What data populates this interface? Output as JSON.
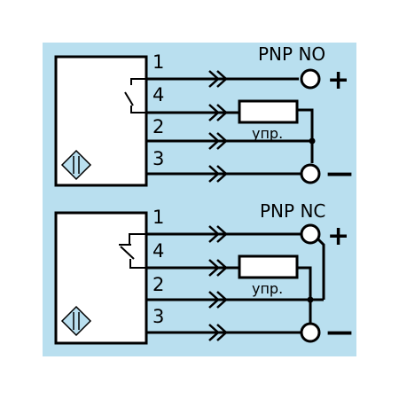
{
  "background_color": "#b9dfef",
  "line_color": "#000000",
  "terminal_fill": "#ffffff",
  "sensors": [
    {
      "type_label": "PNP NO",
      "pins": [
        "1",
        "4",
        "2",
        "3"
      ],
      "load_label": "упр.",
      "plus": "+",
      "minus": "—",
      "switch_state": "open"
    },
    {
      "type_label": "PNP NC",
      "pins": [
        "1",
        "4",
        "2",
        "3"
      ],
      "load_label": "упр.",
      "plus": "+",
      "minus": "—",
      "switch_state": "closed"
    }
  ]
}
